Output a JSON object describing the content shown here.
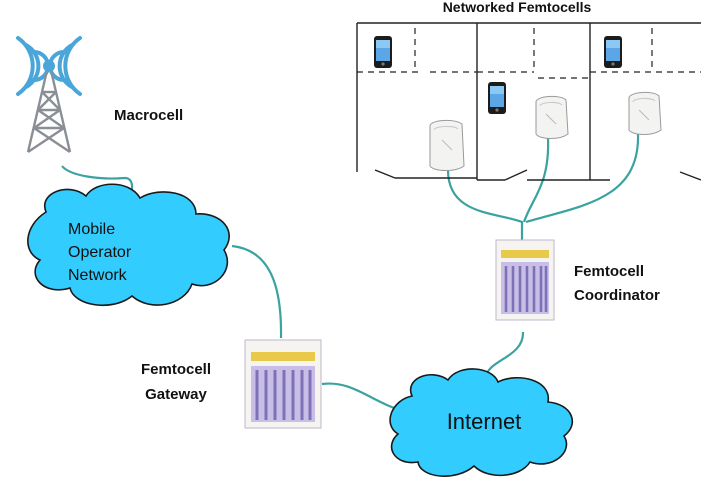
{
  "labels": {
    "networked_femtocells": "Networked Femtocells",
    "macrocell": "Macrocell",
    "mobile_operator_network": [
      "Mobile",
      "Operator",
      "Network"
    ],
    "femtocell_gateway": [
      "Femtocell",
      "Gateway"
    ],
    "femtocell_coordinator": [
      "Femtocell",
      "Coordinator"
    ],
    "internet": "Internet"
  },
  "colors": {
    "cloud_fill": "#33ccff",
    "cloud_stroke": "#1a1a1a",
    "link": "#3aa39f",
    "building_line": "#222222",
    "tower": "#8a8f96",
    "radio_waves": "#4aa6d8",
    "device_body": "#f6f4f0",
    "device_panel": "#c9bfe6",
    "device_stripe": "#e8c94a",
    "device_bars": "#7d71b8"
  }
}
